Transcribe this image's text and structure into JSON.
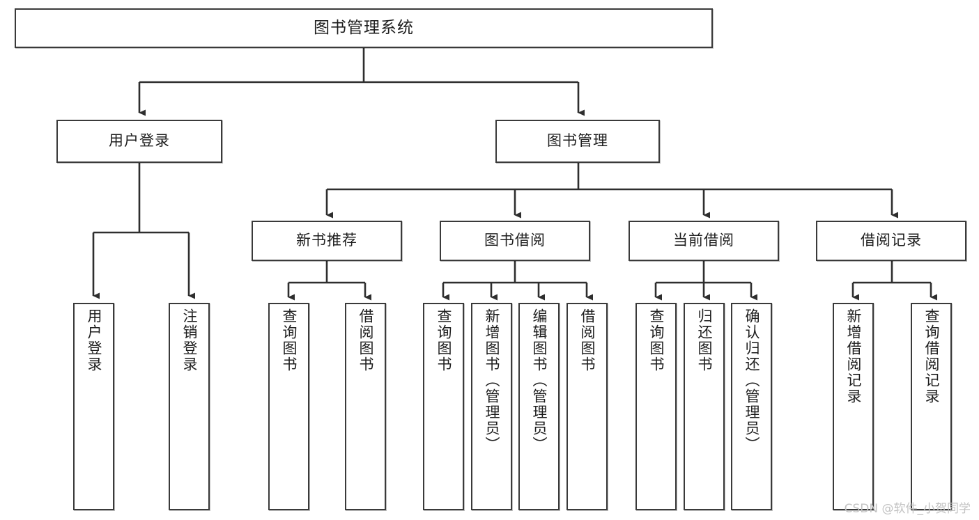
{
  "diagram": {
    "title": "图书管理系统",
    "watermark": "CSDN @软件_小贺同学",
    "root": {
      "label": "图书管理系统"
    },
    "level2": [
      {
        "label": "用户登录"
      },
      {
        "label": "图书管理"
      }
    ],
    "level3": [
      {
        "label": "新书推荐"
      },
      {
        "label": "图书借阅"
      },
      {
        "label": "当前借阅"
      },
      {
        "label": "借阅记录"
      }
    ],
    "leaves": [
      {
        "label": "用户登录"
      },
      {
        "label": "注销登录"
      },
      {
        "label": "查询图书"
      },
      {
        "label": "借阅图书"
      },
      {
        "label": "查询图书"
      },
      {
        "label": "新增图书（管理员）"
      },
      {
        "label": "编辑图书（管理员）"
      },
      {
        "label": "借阅图书"
      },
      {
        "label": "查询图书"
      },
      {
        "label": "归还图书"
      },
      {
        "label": "确认归还（管理员）"
      },
      {
        "label": "新增借阅记录"
      },
      {
        "label": "查询借阅记录"
      }
    ],
    "colors": {
      "stroke": "#3a3a3a",
      "text": "#1d1d1d",
      "background": "#ffffff",
      "watermark": "#c2c2c2"
    }
  }
}
